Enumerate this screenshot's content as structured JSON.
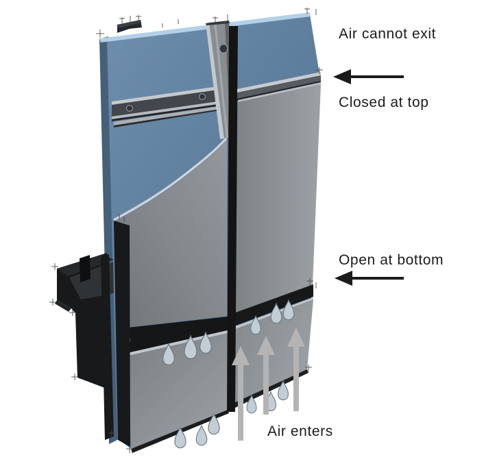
{
  "diagram": {
    "labels": {
      "air_cannot_exit": "Air cannot exit",
      "closed_at_top": "Closed at top",
      "open_at_bottom": "Open at bottom",
      "air_enters": "Air enters"
    },
    "icons": {
      "direction_arrow": "left-arrow-icon",
      "airflow_arrow": "up-arrow-icon",
      "droplet": "water-droplet-icon"
    },
    "counts": {
      "up_arrows": 3,
      "left_arrows": 2,
      "water_droplets": 12
    }
  },
  "colors": {
    "background": "#ffffff",
    "wall_blue": "#62809f",
    "wall_blue_top_edge": "#b3d0e6",
    "wall_blue_side": "#46607a",
    "panel_gray": "#8e9397",
    "metal_dark": "#42474c",
    "joint_dark": "#141618",
    "label_text": "#1b1b1b",
    "annotation_arrow_black": "#1a1a1a",
    "airflow_arrow_gray": "#b4b4b4",
    "droplet_fill": "#c3cdd5",
    "droplet_outline": "#6e7a84"
  }
}
